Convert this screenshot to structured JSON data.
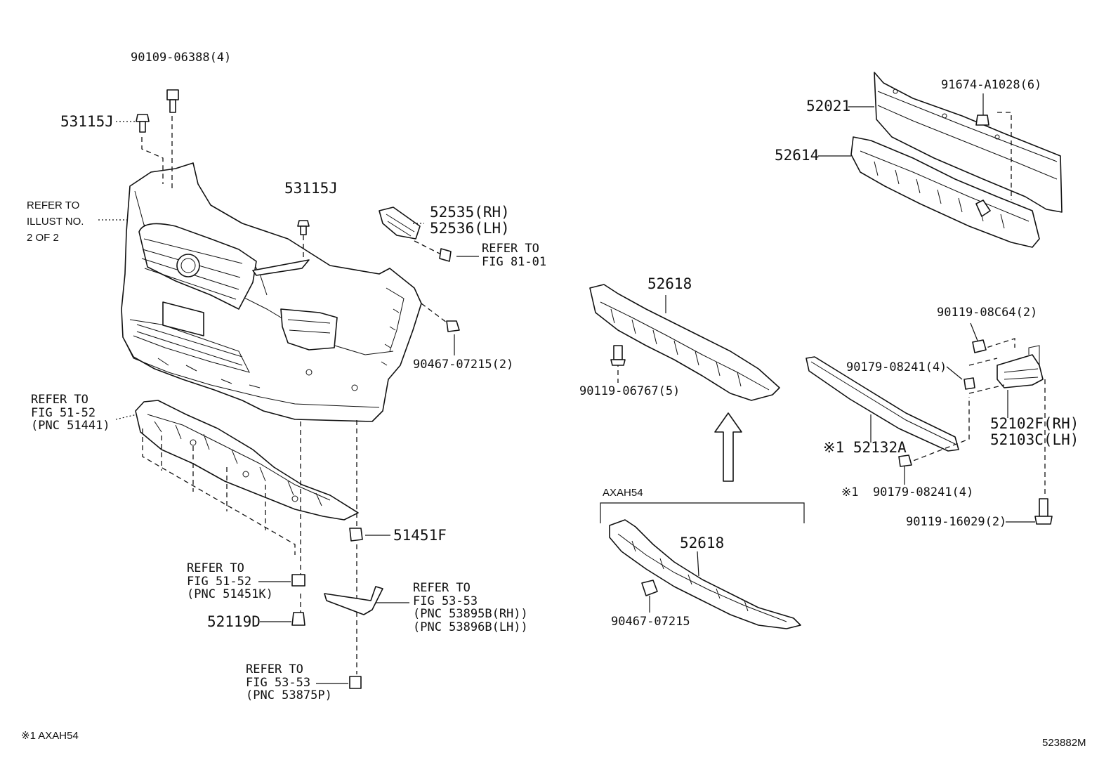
{
  "callouts": {
    "bolt_90109": "90109-06388(4)",
    "clip_53115j_left": "53115J",
    "clip_53115j_center": "53115J",
    "refer_illust": "REFER TO\nILLUST NO.\n2 OF 2",
    "bracket_52535": "52535(RH)\n52536(LH)",
    "refer_fig_81": "REFER TO\nFIG 81-01",
    "screw_90467_2": "90467-07215(2)",
    "refer_fig_51_52_top": "REFER TO\nFIG 51-52\n(PNC 51441)",
    "clip_51451f": "51451F",
    "refer_fig_51_52_bottom": "REFER TO\nFIG 51-52\n(PNC 51451K)",
    "clip_52119d": "52119D",
    "refer_fig_53_53_a": "REFER TO\nFIG 53-53\n(PNC 53895B(RH))\n(PNC 53896B(LH))",
    "refer_fig_53_53_b": "REFER TO\nFIG 53-53\n(PNC 53875P)",
    "reinforcement_52021": "52021",
    "absorber_52614": "52614",
    "bolt_91674": "91674-A1028(6)",
    "absorber_52618_top": "52618",
    "bolt_90119_06767": "90119-06767(5)",
    "bolt_90119_08c64": "90119-08C64(2)",
    "nut_90179_top": "90179-08241(4)",
    "bracket_52102f": "52102F(RH)\n52103C(LH)",
    "reinf_52132a": "※1 52132A",
    "nut_90179_bottom": "※1  90179-08241(4)",
    "bolt_90119_16029": "90119-16029(2)",
    "variant_axah54": "AXAH54",
    "absorber_52618_bottom": "52618",
    "screw_90467": "90467-07215"
  },
  "footnote": "※1 AXAH54",
  "diagram_id": "523882M"
}
